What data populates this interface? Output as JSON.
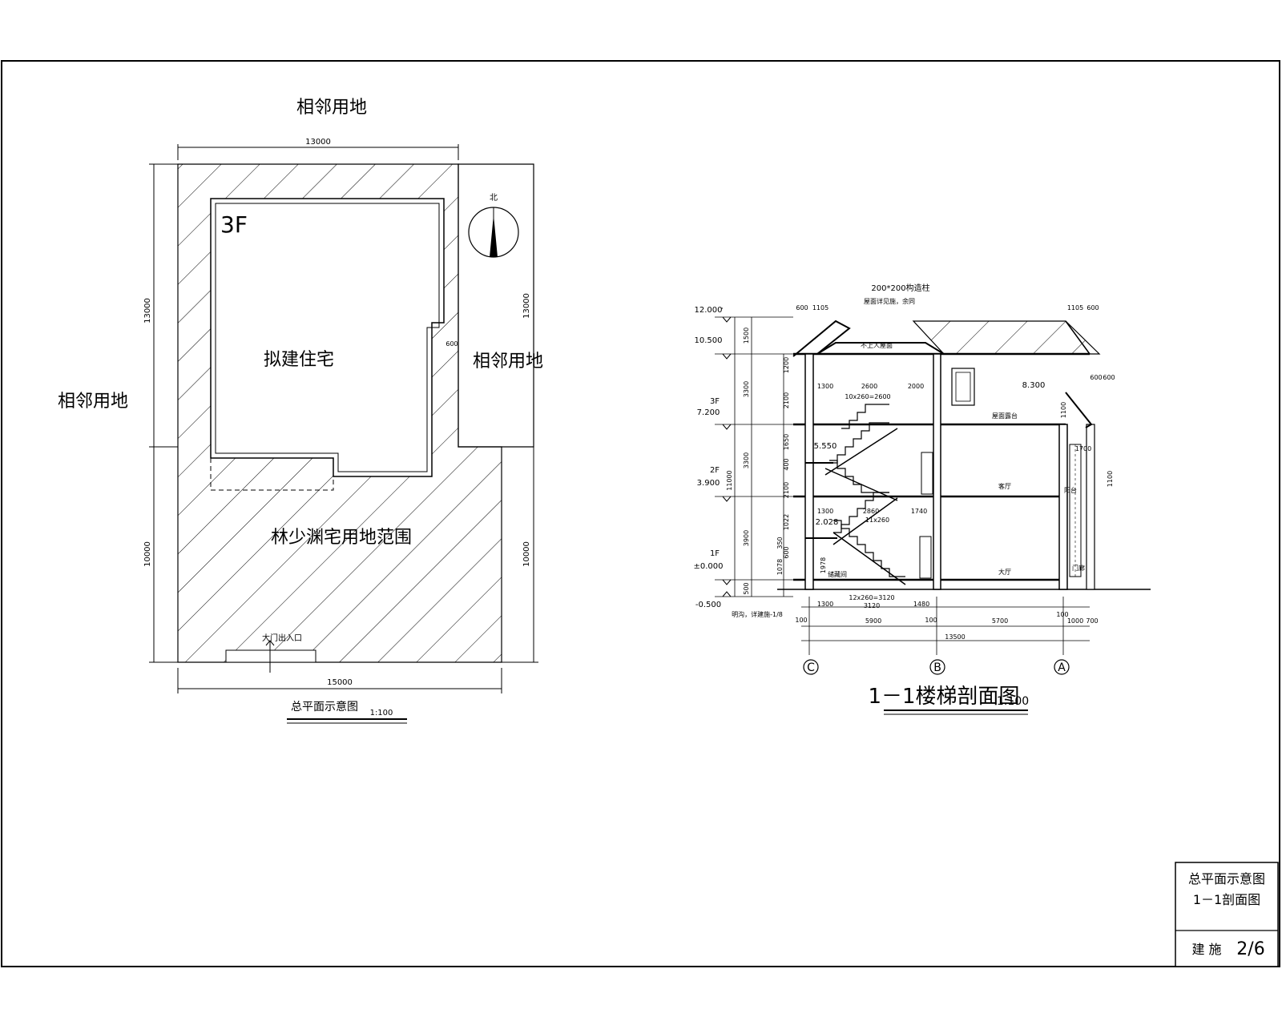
{
  "site_plan": {
    "adj_top": "相邻用地",
    "adj_left": "相邻用地",
    "adj_right": "相邻用地",
    "building_label": "拟建住宅",
    "floor_tag": "3F",
    "site_range": "林少渊宅用地范围",
    "entrance": "大门出入口",
    "north": "北",
    "dim_top": "13000",
    "dim_bottom": "15000",
    "dim_left_upper": "13000",
    "dim_left_lower": "10000",
    "dim_right_upper": "13000",
    "dim_right_lower": "10000",
    "dim_setback": "600",
    "title": "总平面示意图",
    "scale": "1:100"
  },
  "section": {
    "elev_roof_top": "12.000",
    "elev_eave": "10.500",
    "floor_3": "3F",
    "elev_3": "7.200",
    "floor_2": "2F",
    "elev_2": "3.900",
    "floor_1": "1F",
    "elev_1": "±0.000",
    "elev_ground": "-0.500",
    "elev_landing_2": "5.550",
    "elev_landing_1": "2.028",
    "elev_parapet": "8.300",
    "v_dims": [
      "1500",
      "3300",
      "3300",
      "3900",
      "500"
    ],
    "v_total": "11000",
    "v_sub": [
      "1200",
      "2100",
      "1650",
      "400",
      "2100",
      "1022",
      "350",
      "600",
      "1078"
    ],
    "v_dim_1978": "1978",
    "v_dim_1100a": "1100",
    "v_dim_1100b": "1100",
    "top_left_dims": [
      "600",
      "1105"
    ],
    "top_right_dims": [
      "1105",
      "600"
    ],
    "right_dims": [
      "600",
      "600"
    ],
    "column_note": "200*200构造柱",
    "column_note2": "屋面详见施，余同",
    "roof_note": "不上人屋面",
    "roof_deck": "屋面露台",
    "room_living": "客厅",
    "room_hall": "大厅",
    "room_store": "储藏间",
    "room_door": "门廊",
    "room_balcony": "阳台",
    "stair_3": "10x260=2600",
    "stair_2": "11x260",
    "stair_1": "12x260=3120",
    "dims_3f": [
      "1300",
      "2600",
      "2000"
    ],
    "dims_2f": [
      "1300",
      "2860",
      "1740"
    ],
    "dims_1f": [
      "1300",
      "3120",
      "1480"
    ],
    "dim_1700": "1700",
    "bottom_dims": [
      "100",
      "5900",
      "100",
      "5700",
      "100",
      "1000",
      "700"
    ],
    "bottom_total": "13500",
    "grids": [
      "C",
      "B",
      "A"
    ],
    "note_bottom": "明沟，详建施-1/8",
    "title": "1－1楼梯剖面图",
    "scale": "1:100"
  },
  "title_block": {
    "line1": "总平面示意图",
    "line2": "1－1剖面图",
    "sheet_label": "建  施",
    "sheet_no": "2/6"
  }
}
